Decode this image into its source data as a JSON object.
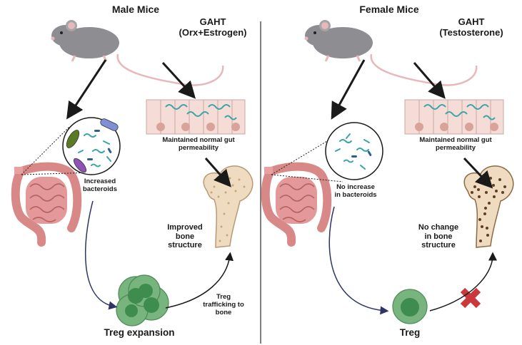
{
  "panels": {
    "male": {
      "title": "Male Mice",
      "treatment": "GAHT\n(Orx+Estrogen)",
      "gut_permeability": "Maintained normal gut\npermeability",
      "bacteroids": "Increased\nbacteroids",
      "bone": "Improved\nbone\nstructure",
      "treg_trafficking": "Treg\ntrafficking to\nbone",
      "treg": "Treg expansion"
    },
    "female": {
      "title": "Female Mice",
      "treatment": "GAHT\n(Testosterone)",
      "gut_permeability": "Maintained normal gut\npermeability",
      "bacteroids": "No increase\nin bacteroids",
      "bone": "No change\nin bone\nstructure",
      "treg": "Treg"
    }
  },
  "colors": {
    "mouse": "#8e8e92",
    "mouse_pink": "#e8b7b9",
    "intestine": "#d98888",
    "intestine_dark": "#b76262",
    "epithelium": "#f5dcd6",
    "nucleus": "#d8a399",
    "bacteria_teal": "#3aa5a8",
    "bone": "#efdcc0",
    "bone_spots_improved": "#c7a57d",
    "bone_spots_nochange": "#5e3f24",
    "treg_outer": "#78b47d",
    "treg_inner": "#3e8c4e",
    "arrow_curve": "#2c3566",
    "red_x": "#c9393c"
  }
}
